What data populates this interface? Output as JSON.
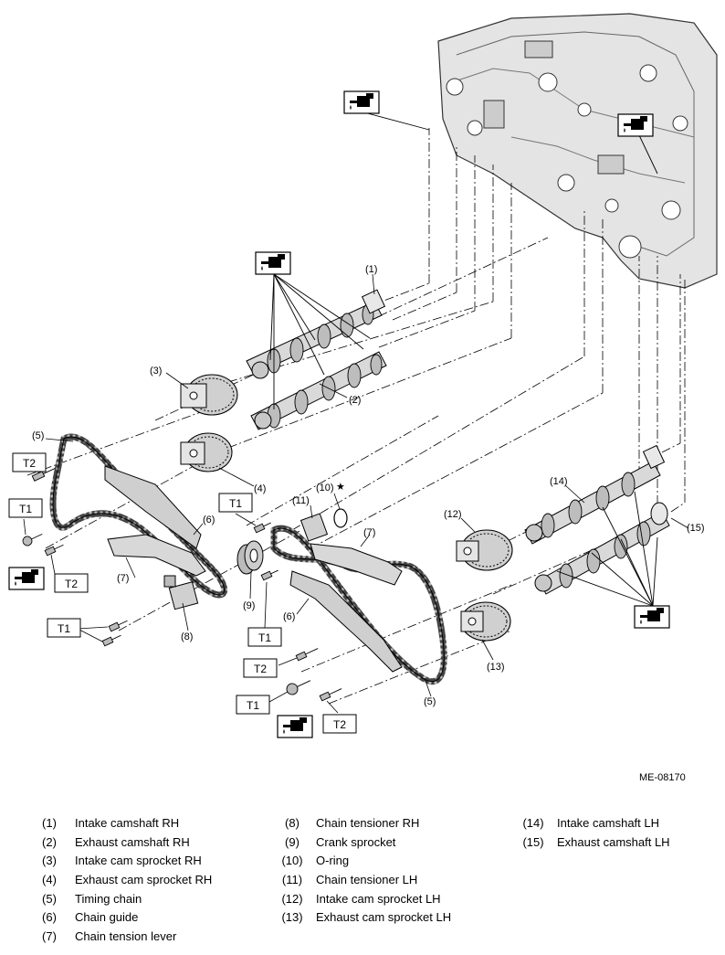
{
  "callouts": {
    "c1": "(1)",
    "c2": "(2)",
    "c3": "(3)",
    "c4": "(4)",
    "c5a": "(5)",
    "c5b": "(5)",
    "c6a": "(6)",
    "c6b": "(6)",
    "c7a": "(7)",
    "c7b": "(7)",
    "c8": "(8)",
    "c9": "(9)",
    "c10": "(10)",
    "c11": "(11)",
    "c12": "(12)",
    "c13": "(13)",
    "c14": "(14)",
    "c15": "(15)"
  },
  "torque_labels": {
    "t1": "T1",
    "t2": "T2"
  },
  "star_symbol": "★",
  "drawing_id": "ME-08170",
  "legend": {
    "col1": [
      {
        "num": "(1)",
        "text": "Intake camshaft RH"
      },
      {
        "num": "(2)",
        "text": "Exhaust camshaft RH"
      },
      {
        "num": "(3)",
        "text": "Intake cam sprocket RH"
      },
      {
        "num": "(4)",
        "text": "Exhaust cam sprocket RH"
      },
      {
        "num": "(5)",
        "text": "Timing chain"
      },
      {
        "num": "(6)",
        "text": "Chain guide"
      },
      {
        "num": "(7)",
        "text": "Chain tension lever"
      }
    ],
    "col2": [
      {
        "num": "(8)",
        "text": "Chain tensioner RH"
      },
      {
        "num": "(9)",
        "text": "Crank sprocket"
      },
      {
        "num": "(10)",
        "text": "O-ring"
      },
      {
        "num": "(11)",
        "text": "Chain tensioner LH"
      },
      {
        "num": "(12)",
        "text": "Intake cam sprocket LH"
      },
      {
        "num": "(13)",
        "text": "Exhaust cam sprocket LH"
      }
    ],
    "col3": [
      {
        "num": "(14)",
        "text": "Intake camshaft LH"
      },
      {
        "num": "(15)",
        "text": "Exhaust camshaft LH"
      }
    ]
  },
  "icons": {
    "oil_symbol": "oil-can-icon"
  }
}
